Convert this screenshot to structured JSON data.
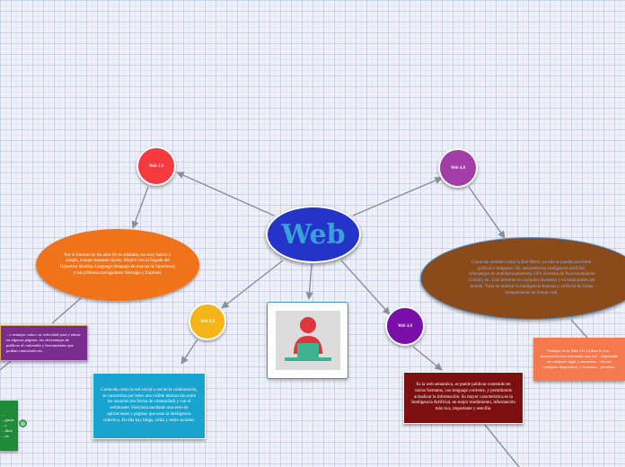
{
  "central": {
    "title": "Web"
  },
  "web10": {
    "label": "Web 1.0",
    "description": "Por el Internet de los años 60 en adelante, era muy básico y simple, aunque bastante rápido. Mejoró con la llegada del Hypertext Markup Language (lenguaje de marcas de hipertexto) y sus primeros navegadores Netscape y Explorer.",
    "side_note": "...s ventajas como: su velocidad para y entrar en algunas páginas, las desventajas de publicar el contenido y herramientas que podían controlarlo,etc.",
    "green_note": "...\n...guras\n...e\n...fácil\n...en"
  },
  "web20": {
    "label": "Web 2.0",
    "description": "Conocida como la red social o red de la colaboración, se caracteriza por tener una visible interacción entre los usuarios (en forma de comunidad) y con el webmaster. Funciona mediante una serie de aplicaciones y páginas que usan la inteligencia colectiva. En ella hay blogs, wikis y redes sociales."
  },
  "web30": {
    "label": "Web 3.0",
    "description": "Es la web semántica, se puede publicar contenido en varios formatos, con lenguaje corriente, y permitiendo actualizar la información. Su mayor característica es la Inteligencia Artificial, un mejor rendimiento, información más rica, importante y sencilla."
  },
  "web40": {
    "label": "Web 4.0",
    "description": "Conocida también como la Red Móvil, en ella se pueden encontrar gráficos e imágenes 3D, una poderosa inteligencia artificial, videojuegos de realidad aumentada, GPS (Sistema de Posicionamiento Global), etc. Está presente en cualquier momento y en todas partes del mundo. Trata de unificar la inteligencia humana y artificial de forma independiente en tiempo real.",
    "side_note": "Ventajas de la Web 4.0: Utiliza la voz... interconexiones formando una red... disponible en cualquier lugar y momento... en casi cualquier dispositivo, y la mayor... presenta."
  },
  "colors": {
    "central": "#2433c8",
    "central_text": "#3aa0d8",
    "web10": "#f4393f",
    "web20": "#f5b417",
    "web30": "#7a0ea8",
    "web40": "#a33ea8",
    "orange": "#f0731a",
    "cyan": "#19a3cf",
    "maroon": "#7c1010",
    "brown": "#8a4a1a",
    "salmon": "#f4794d",
    "purple_box": "#7b2c8f",
    "green": "#1e8a3a",
    "connector": "#8a8e9a"
  }
}
